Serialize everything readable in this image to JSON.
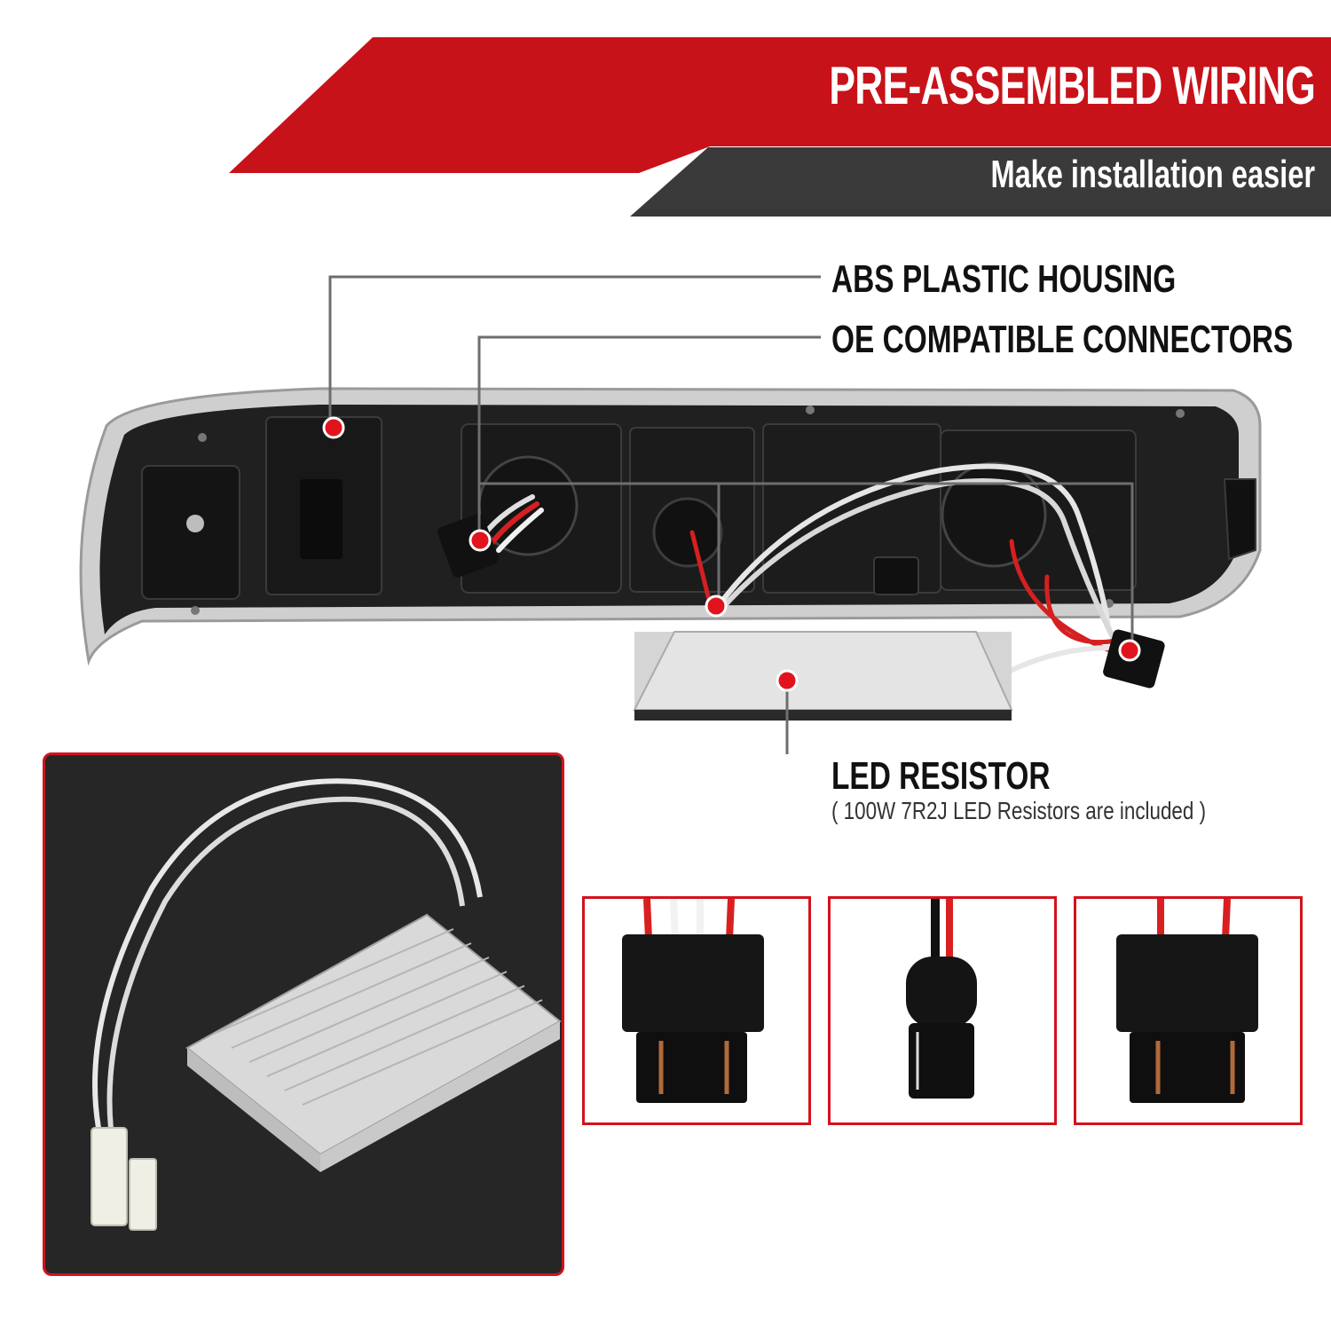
{
  "header": {
    "title": "PRE-ASSEMBLED WIRING",
    "subtitle": "Make installation easier"
  },
  "callouts": {
    "housing": "ABS PLASTIC HOUSING",
    "connectors": "OE COMPATIBLE CONNECTORS",
    "resistor": "LED RESISTOR",
    "resistor_note": "( 100W 7R2J LED Resistors are included )"
  },
  "colors": {
    "accent_red": "#c8121a",
    "dark_grey": "#3a3a3a",
    "panel_bg": "#262626",
    "marker_red": "#e1141d"
  },
  "icons": {
    "marker": "red-dot-marker"
  }
}
